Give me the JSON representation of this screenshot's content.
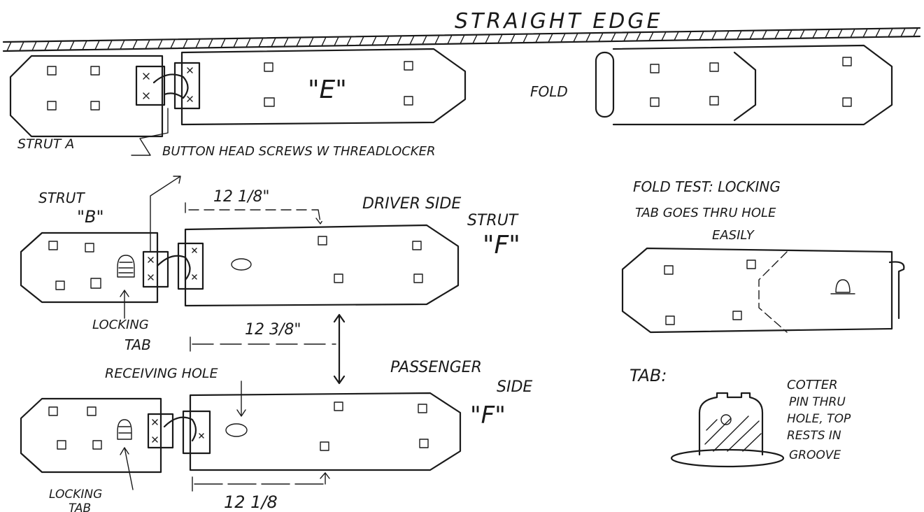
{
  "title": "STRAIGHT EDGE",
  "labels": {
    "strut_a": "STRUT A",
    "e_part": "\"E\"",
    "fold": "FOLD",
    "button_screws": "BUTTON HEAD SCREWS W THREADLOCKER",
    "strut_b_line1": "STRUT",
    "strut_b_line2": "\"B\"",
    "dim_top": "12 1/8\"",
    "driver_line1": "DRIVER SIDE",
    "driver_line2": "STRUT",
    "driver_line3": "\"F\"",
    "fold_test_line1": "FOLD TEST: LOCKING",
    "fold_test_line2": "TAB GOES THRU HOLE",
    "fold_test_line3": "EASILY",
    "locking_tab_1_line1": "LOCKING",
    "locking_tab_1_line2": "TAB",
    "dim_mid": "12 3/8\"",
    "receiving_hole": "RECEIVING HOLE",
    "passenger_line1": "PASSENGER",
    "passenger_line2": "SIDE",
    "passenger_line3": "\"F\"",
    "tab_heading": "TAB:",
    "cotter_line1": "COTTER",
    "cotter_line2": "PIN THRU",
    "cotter_line3": "HOLE, TOP",
    "cotter_line4": "RESTS IN",
    "cotter_line5": "GROOVE",
    "locking_tab_2_line1": "LOCKING",
    "locking_tab_2_line2": "TAB",
    "dim_bottom": "12 1/8"
  }
}
